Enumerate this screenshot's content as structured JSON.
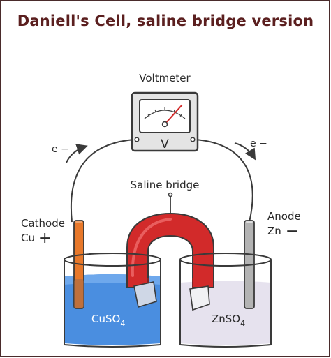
{
  "title": "Daniell's Cell, saline bridge version",
  "voltmeter": {
    "label": "Voltmeter",
    "unit": "V"
  },
  "electron_left": "e −",
  "electron_right": "e −",
  "bridge_label": "Saline bridge",
  "cathode": {
    "name": "Cathode",
    "element": "Cu",
    "sign": "+"
  },
  "anode": {
    "name": "Anode",
    "element": "Zn",
    "sign": "−"
  },
  "left_solution": {
    "base": "CuSO",
    "sub": "4"
  },
  "right_solution": {
    "base": "ZnSO",
    "sub": "4"
  },
  "colors": {
    "title": "#5b1f1f",
    "bridge": "#d22a2a",
    "copper_electrode": "#e8782a",
    "zinc_electrode": "#b3b3b3",
    "copper_solution": "#4a8ee0",
    "zinc_solution": "#e6e2ee"
  }
}
